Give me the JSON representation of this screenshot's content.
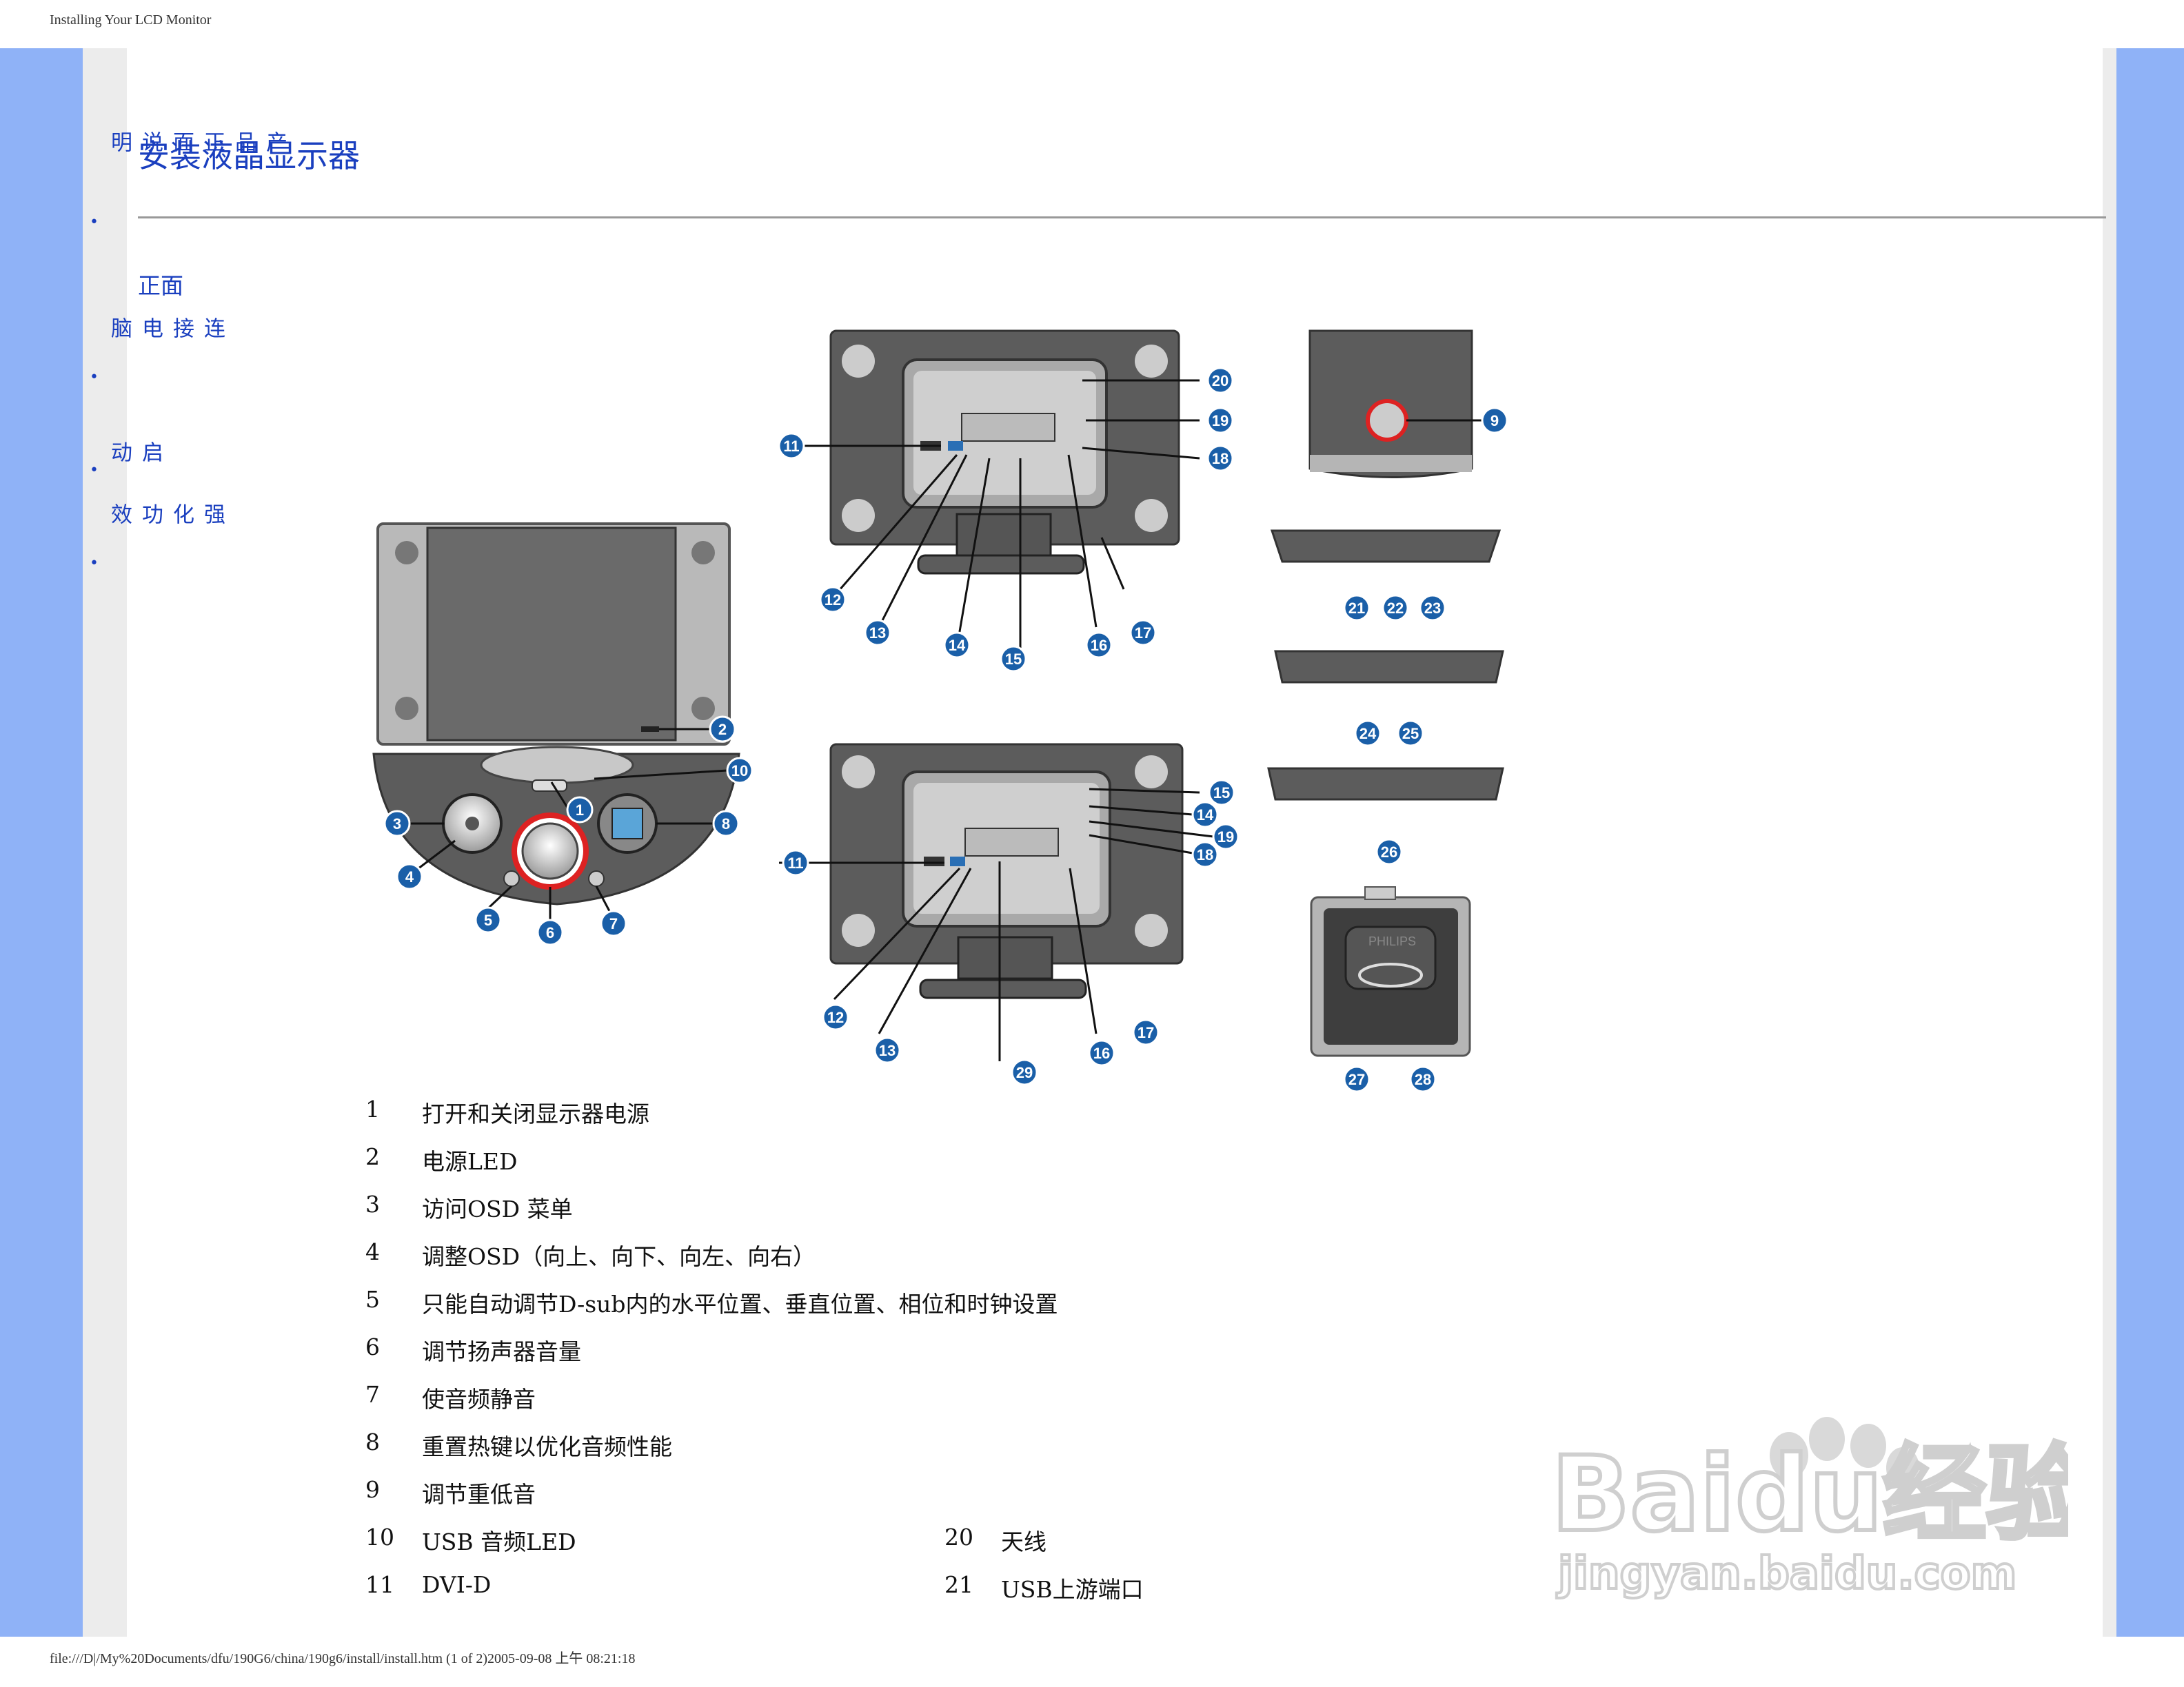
{
  "window": {
    "header_title": "Installing Your LCD Monitor",
    "footer_path": "file:///D|/My%20Documents/dfu/190G6/china/190g6/install/install.htm (1 of 2)2005-09-08 上午 08:21:18"
  },
  "sidebar": {
    "items": [
      {
        "label": "产品正面说明"
      },
      {
        "label": "连接电脑"
      },
      {
        "label": "启动"
      },
      {
        "label": "强化功效"
      }
    ]
  },
  "page": {
    "title": "安装液晶显示器",
    "section": "正面"
  },
  "diagram": {
    "callouts": [
      "1",
      "2",
      "3",
      "4",
      "5",
      "6",
      "7",
      "8",
      "9",
      "10",
      "11",
      "12",
      "13",
      "14",
      "15",
      "16",
      "17",
      "18",
      "19",
      "20",
      "21",
      "22",
      "23",
      "24",
      "25",
      "26",
      "27",
      "28",
      "29"
    ],
    "brand": "PHILIPS",
    "callout_color": "#1a5fa8"
  },
  "legend": {
    "left": [
      {
        "num": "1",
        "text": "打开和关闭显示器电源"
      },
      {
        "num": "2",
        "text": "电源LED"
      },
      {
        "num": "3",
        "text": "访问OSD 菜单"
      },
      {
        "num": "4",
        "text": "调整OSD（向上、向下、向左、向右）"
      },
      {
        "num": "5",
        "text": "只能自动调节D-sub内的水平位置、垂直位置、相位和时钟设置"
      },
      {
        "num": "6",
        "text": "调节扬声器音量"
      },
      {
        "num": "7",
        "text": "使音频静音"
      },
      {
        "num": "8",
        "text": "重置热键以优化音频性能"
      },
      {
        "num": "9",
        "text": "调节重低音"
      },
      {
        "num": "10",
        "text": "USB 音频LED"
      },
      {
        "num": "11",
        "text": "DVI-D"
      }
    ],
    "right": [
      {
        "num": "20",
        "text": "天线"
      },
      {
        "num": "21",
        "text": "USB上游端口"
      }
    ]
  },
  "watermark": {
    "brand": "Baidu经验",
    "url": "jingyan.baidu.com"
  }
}
